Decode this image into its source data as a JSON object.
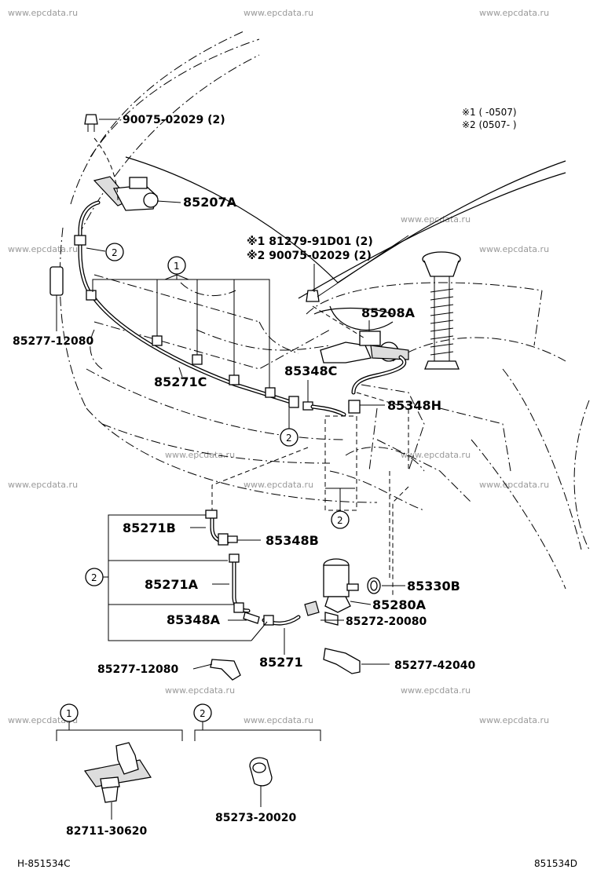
{
  "watermark": "www.epcdata.ru",
  "notes": {
    "n1": "※1 (      -0507)",
    "n2": "※2 (0507-      )"
  },
  "parts": {
    "p1": "90075-02029 (2)",
    "p2": "85207A",
    "p3": "85277-12080",
    "p4": "※1 81279-91D01 (2)",
    "p5": "※2 90075-02029 (2)",
    "p6": "85208A",
    "p7": "85271C",
    "p8": "85348C",
    "p9": "85348H",
    "p10": "85271B",
    "p11": "85348B",
    "p12": "85271A",
    "p13": "85330B",
    "p14": "85280A",
    "p15": "85348A",
    "p16": "85272-20080",
    "p17": "85277-12080",
    "p18": "85271",
    "p19": "85277-42040",
    "p20": "82711-30620",
    "p21": "85273-20020"
  },
  "callouts": {
    "c1": "1",
    "c2": "2"
  },
  "footer": {
    "left": "H-851534C",
    "right": "851534D"
  }
}
